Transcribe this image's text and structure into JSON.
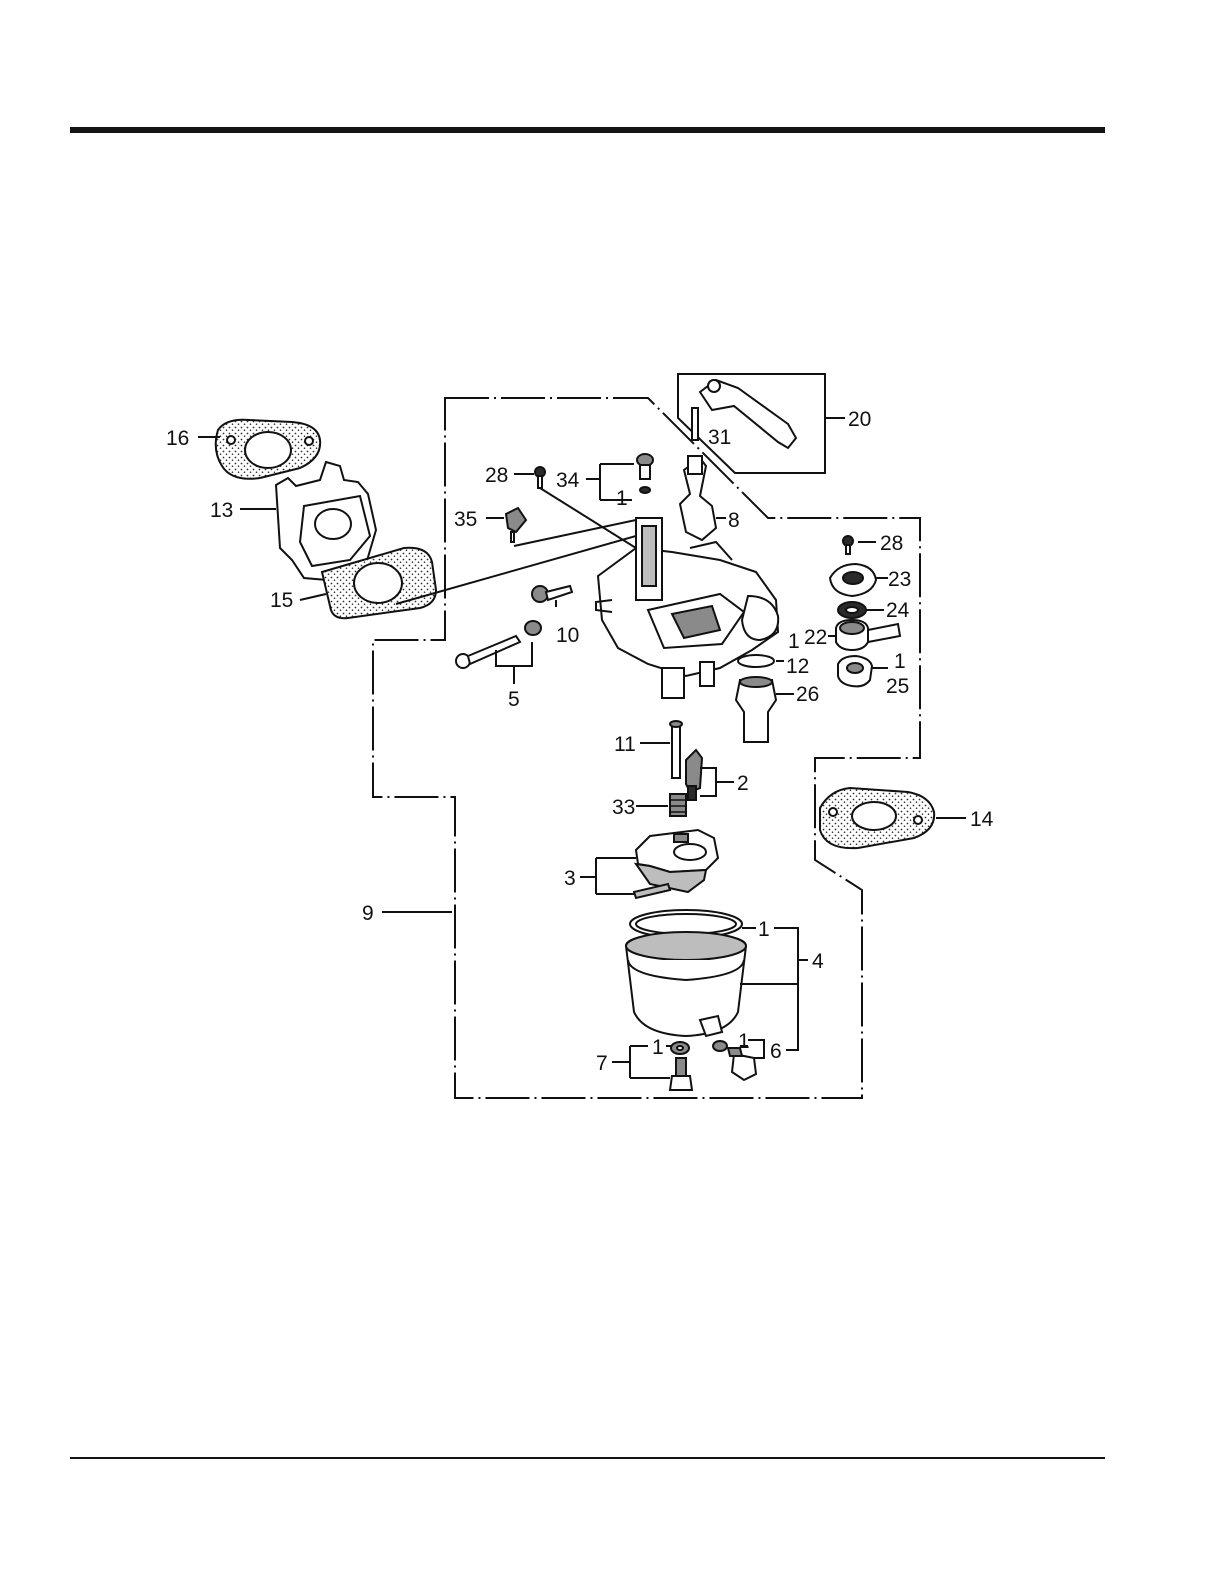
{
  "diagram": {
    "callouts": {
      "c16": "16",
      "c13": "13",
      "c15": "15",
      "c28a": "28",
      "c34": "34",
      "c1a": "1",
      "c35": "35",
      "c8": "8",
      "c20": "20",
      "c31": "31",
      "c28b": "28",
      "c23": "23",
      "c24": "24",
      "c22": "22",
      "c1b": "1",
      "c25": "25",
      "c1c": "1",
      "c12": "12",
      "c26": "26",
      "c10": "10",
      "c5": "5",
      "c11": "11",
      "c2": "2",
      "c33": "33",
      "c14": "14",
      "c3": "3",
      "c9": "9",
      "c1d": "1",
      "c4": "4",
      "c1e": "1",
      "c6": "6",
      "c1f": "1",
      "c7": "7"
    }
  }
}
